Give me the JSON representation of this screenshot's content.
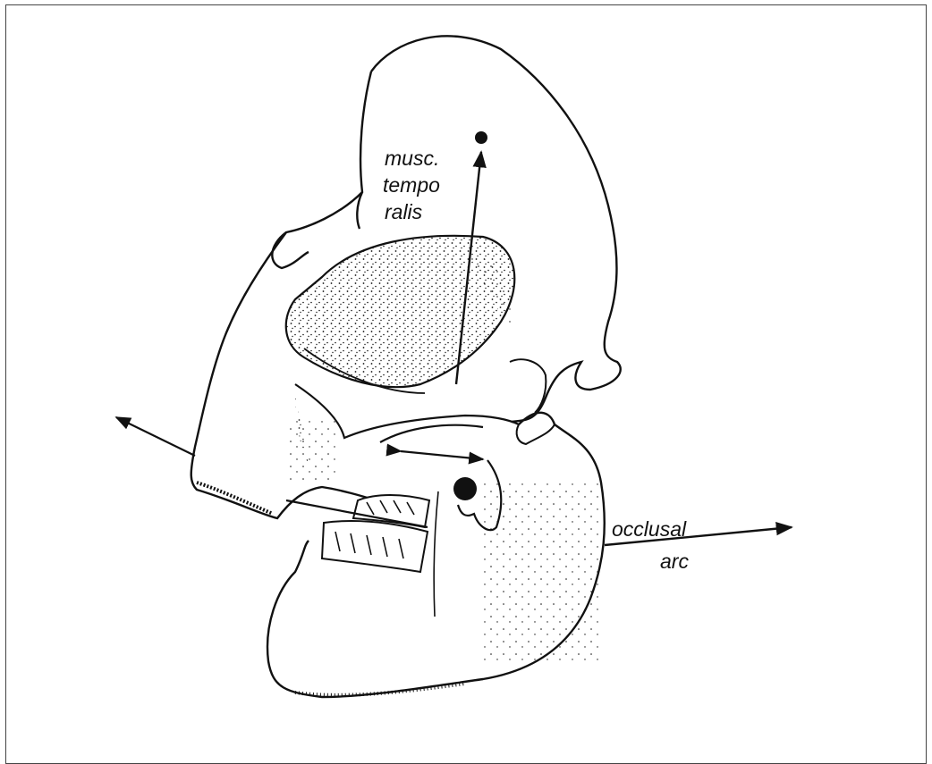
{
  "labels": {
    "muscle_line1": "musc.",
    "muscle_line2": "tempo",
    "muscle_line3": "ralis",
    "occlusal_line1": "occlusal",
    "occlusal_line2": "arc"
  },
  "colors": {
    "ink": "#111111",
    "paper": "#ffffff"
  }
}
